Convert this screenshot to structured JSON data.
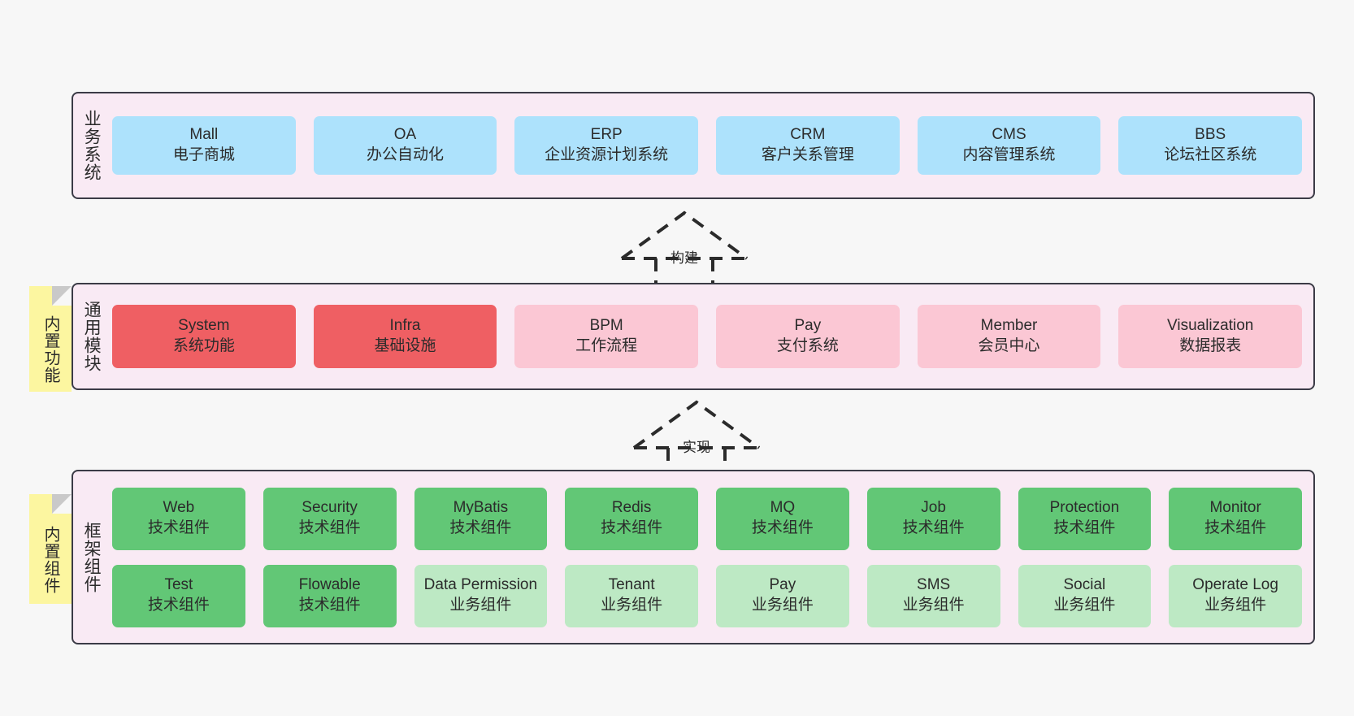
{
  "layers": [
    {
      "id": "business",
      "title": "业务系统",
      "rows": [
        {
          "cards": [
            {
              "name": "mall",
              "t1": "Mall",
              "t2": "电子商城",
              "color": "#ade2fc",
              "style": "c-blue"
            },
            {
              "name": "oa",
              "t1": "OA",
              "t2": "办公自动化",
              "color": "#ade2fc",
              "style": "c-blue"
            },
            {
              "name": "erp",
              "t1": "ERP",
              "t2": "企业资源计划系统",
              "color": "#ade2fc",
              "style": "c-blue"
            },
            {
              "name": "crm",
              "t1": "CRM",
              "t2": "客户关系管理",
              "color": "#ade2fc",
              "style": "c-blue"
            },
            {
              "name": "cms",
              "t1": "CMS",
              "t2": "内容管理系统",
              "color": "#ade2fc",
              "style": "c-blue"
            },
            {
              "name": "bbs",
              "t1": "BBS",
              "t2": "论坛社区系统",
              "color": "#ade2fc",
              "style": "c-blue"
            }
          ]
        }
      ]
    },
    {
      "id": "modules",
      "title": "通用模块",
      "sticky": "内置功能",
      "rows": [
        {
          "cards": [
            {
              "name": "system",
              "t1": "System",
              "t2": "系统功能",
              "color": "#ef5f63",
              "style": "c-red"
            },
            {
              "name": "infra",
              "t1": "Infra",
              "t2": "基础设施",
              "color": "#ef5f63",
              "style": "c-red"
            },
            {
              "name": "bpm",
              "t1": "BPM",
              "t2": "工作流程",
              "color": "#fbc7d4",
              "style": "c-pink"
            },
            {
              "name": "pay",
              "t1": "Pay",
              "t2": "支付系统",
              "color": "#fbc7d4",
              "style": "c-pink"
            },
            {
              "name": "member",
              "t1": "Member",
              "t2": "会员中心",
              "color": "#fbc7d4",
              "style": "c-pink"
            },
            {
              "name": "visualization",
              "t1": "Visualization",
              "t2": "数据报表",
              "color": "#fbc7d4",
              "style": "c-pink"
            }
          ]
        }
      ]
    },
    {
      "id": "framework",
      "title": "框架组件",
      "sticky": "内置组件",
      "rows": [
        {
          "cards": [
            {
              "name": "web",
              "t1": "Web",
              "t2": "技术组件",
              "color": "#62c776",
              "style": "c-green"
            },
            {
              "name": "security",
              "t1": "Security",
              "t2": "技术组件",
              "color": "#62c776",
              "style": "c-green"
            },
            {
              "name": "mybatis",
              "t1": "MyBatis",
              "t2": "技术组件",
              "color": "#62c776",
              "style": "c-green"
            },
            {
              "name": "redis",
              "t1": "Redis",
              "t2": "技术组件",
              "color": "#62c776",
              "style": "c-green"
            },
            {
              "name": "mq",
              "t1": "MQ",
              "t2": "技术组件",
              "color": "#62c776",
              "style": "c-green"
            },
            {
              "name": "job",
              "t1": "Job",
              "t2": "技术组件",
              "color": "#62c776",
              "style": "c-green"
            },
            {
              "name": "protection",
              "t1": "Protection",
              "t2": "技术组件",
              "color": "#62c776",
              "style": "c-green"
            },
            {
              "name": "monitor",
              "t1": "Monitor",
              "t2": "技术组件",
              "color": "#62c776",
              "style": "c-green"
            }
          ]
        },
        {
          "cards": [
            {
              "name": "test",
              "t1": "Test",
              "t2": "技术组件",
              "color": "#62c776",
              "style": "c-green"
            },
            {
              "name": "flowable",
              "t1": "Flowable",
              "t2": "技术组件",
              "color": "#62c776",
              "style": "c-green"
            },
            {
              "name": "data-permission",
              "t1": "Data Permission",
              "t2": "业务组件",
              "color": "#bde9c4",
              "style": "c-greenlight"
            },
            {
              "name": "tenant",
              "t1": "Tenant",
              "t2": "业务组件",
              "color": "#bde9c4",
              "style": "c-greenlight"
            },
            {
              "name": "pay-comp",
              "t1": "Pay",
              "t2": "业务组件",
              "color": "#bde9c4",
              "style": "c-greenlight"
            },
            {
              "name": "sms",
              "t1": "SMS",
              "t2": "业务组件",
              "color": "#bde9c4",
              "style": "c-greenlight"
            },
            {
              "name": "social",
              "t1": "Social",
              "t2": "业务组件",
              "color": "#bde9c4",
              "style": "c-greenlight"
            },
            {
              "name": "operate-log",
              "t1": "Operate Log",
              "t2": "业务组件",
              "color": "#bde9c4",
              "style": "c-greenlight"
            }
          ]
        }
      ]
    }
  ],
  "arrows": [
    {
      "id": "build",
      "label": "构建",
      "from": "modules",
      "to": "business"
    },
    {
      "id": "impl",
      "label": "实现",
      "from": "framework",
      "to": "modules"
    }
  ],
  "palette": {
    "canvas": "#f7f7f7",
    "layer_fill": "#f9eaf4",
    "layer_border": "#3b3b46",
    "sticky": "#fcf6a0",
    "sticky_fold": "#c9c9c9",
    "business": "#ade2fc",
    "module_core": "#ef5f63",
    "module_opt": "#fbc7d4",
    "tech_component": "#62c776",
    "biz_component": "#bde9c4",
    "arrow": "#2b2b2b"
  }
}
